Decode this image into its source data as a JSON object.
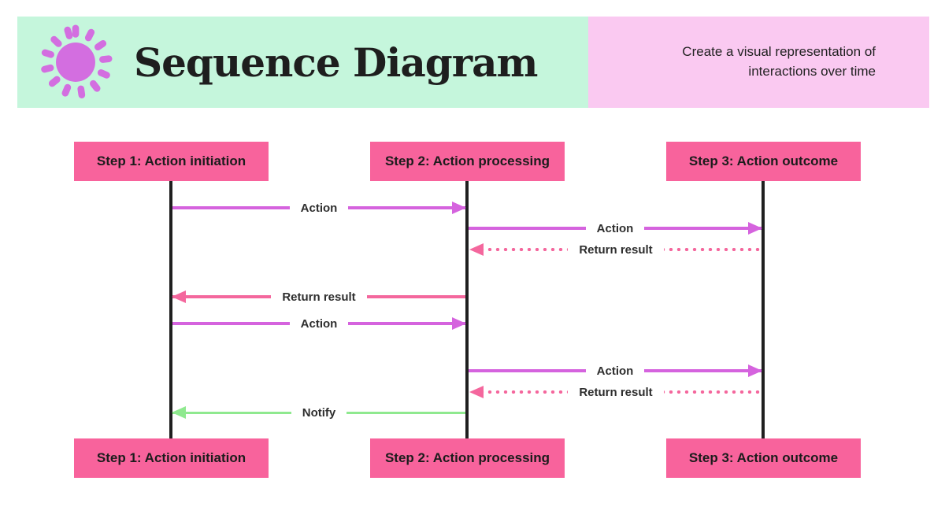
{
  "header": {
    "title": "Sequence Diagram",
    "subtitle": "Create a visual representation of interactions over time",
    "icon": "sun-icon",
    "colors": {
      "banner_green": "#c5f6dc",
      "banner_pink": "#fac9f1",
      "sun": "#d36ee0",
      "title_text": "#1e1e1e"
    }
  },
  "actors": {
    "step1": {
      "label": "Step 1: Action initiation"
    },
    "step2": {
      "label": "Step 2: Action processing"
    },
    "step3": {
      "label": "Step 3: Action outcome"
    }
  },
  "actor_box_color": "#f8639c",
  "lifeline_color": "#1f1f1f",
  "messages": [
    {
      "label": "Action",
      "from": "step1",
      "to": "step2",
      "style": "solid",
      "color": "#d563de"
    },
    {
      "label": "Action",
      "from": "step2",
      "to": "step3",
      "style": "solid",
      "color": "#d563de"
    },
    {
      "label": "Return result",
      "from": "step3",
      "to": "step2",
      "style": "dotted",
      "color": "#f4679d"
    },
    {
      "label": "Return result",
      "from": "step2",
      "to": "step1",
      "style": "solid",
      "color": "#f4679d"
    },
    {
      "label": "Action",
      "from": "step1",
      "to": "step2",
      "style": "solid",
      "color": "#d563de"
    },
    {
      "label": "Action",
      "from": "step2",
      "to": "step3",
      "style": "solid",
      "color": "#d563de"
    },
    {
      "label": "Return result",
      "from": "step3",
      "to": "step2",
      "style": "dotted",
      "color": "#f4679d"
    },
    {
      "label": "Notify",
      "from": "step2",
      "to": "step1",
      "style": "solid",
      "color": "#8fe98f"
    }
  ]
}
